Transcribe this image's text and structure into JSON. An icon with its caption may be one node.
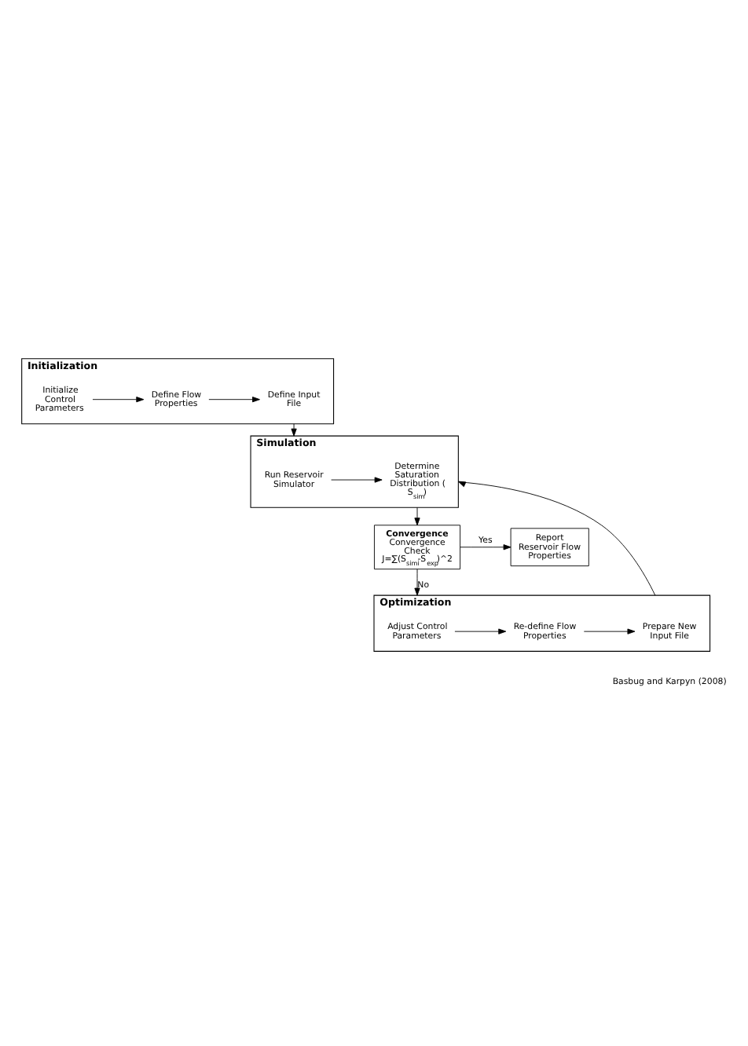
{
  "diagram": {
    "nodes": [
      {
        "text": [
          "Initialization"
        ]
      },
      {
        "text": [
          "Initialize Control Parameters"
        ],
        "in": 0
      },
      {
        "text": [
          "Define Flow Properties"
        ],
        "in": 0
      },
      {
        "text": [
          "Define Input File"
        ],
        "in": 0
      },
      {
        "text": [
          "Simulation"
        ]
      },
      {
        "text": [
          "Run Reservoir Simulator"
        ],
        "in": 4
      },
      {
        "text": [
          "Determine Saturation Distribution ( S$_{sim}$)"
        ],
        "in": 4
      },
      {
        "text": [
          "Convergence",
          "Convergence Check",
          "J=∑(S$_{simi}$-S$_{exp}$)^2"
        ]
      },
      {
        "text": [
          "Report Reservoir Flow Properties"
        ]
      },
      {
        "text": [
          "Optimization"
        ]
      },
      {
        "text": [
          "Adjust Control Parameters"
        ],
        "in": 9
      },
      {
        "text": [
          "Re-define Flow Properties"
        ],
        "in": 9
      },
      {
        "text": [
          "Prepare New Input File"
        ],
        "in": 9
      }
    ],
    "edges": [
      {
        "from": 1,
        "to": 2,
        "arrow": "to"
      },
      {
        "from": 2,
        "to": 3,
        "arrow": "to"
      },
      {
        "from": 0,
        "to": 4,
        "arrow": "to"
      },
      {
        "from": 5,
        "to": 6,
        "arrow": "to"
      },
      {
        "from": 4,
        "to": 7,
        "arrow": "to"
      },
      {
        "from": 7,
        "to": 8,
        "arrow": "to",
        "label": "Yes"
      },
      {
        "from": 7,
        "to": 9,
        "arrow": "to",
        "label": "No"
      },
      {
        "from": 10,
        "to": 11,
        "arrow": "to"
      },
      {
        "from": 11,
        "to": 12,
        "arrow": "to"
      },
      {
        "from": 9,
        "to": 4,
        "arrow": "to"
      }
    ],
    "labels": [
      "Basbug and Karpyn (2008)"
    ]
  }
}
